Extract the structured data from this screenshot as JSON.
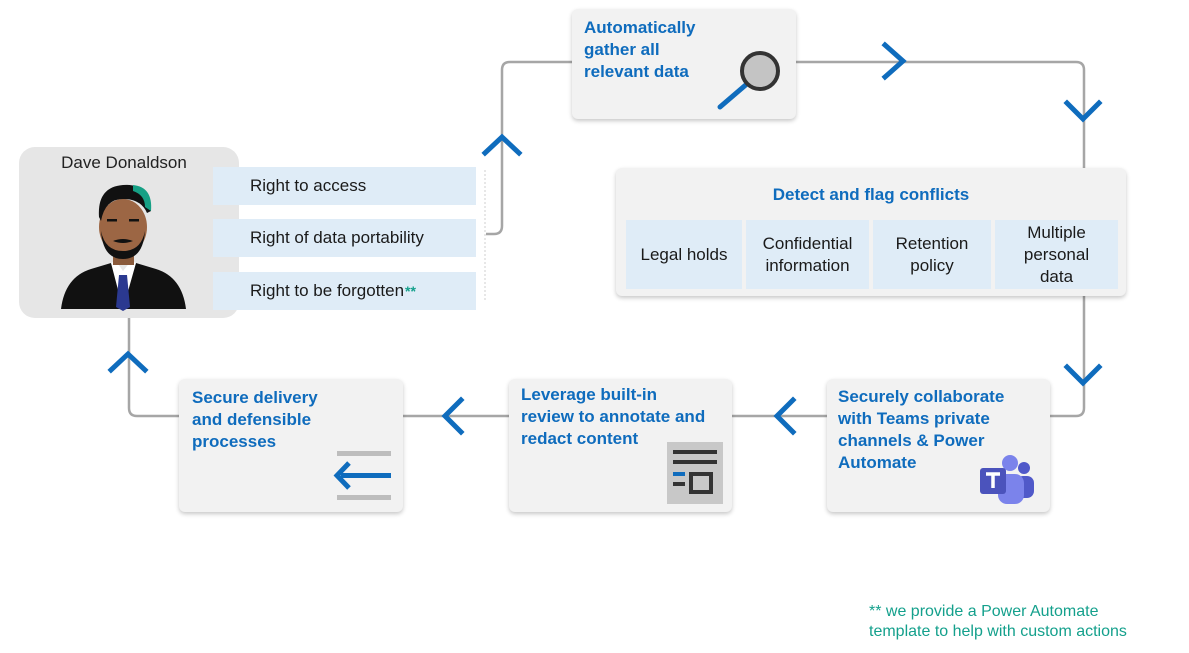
{
  "person": {
    "name": "Dave Donaldson",
    "avatar_icon": "person-avatar-icon"
  },
  "rights": [
    {
      "label": "Right to access",
      "mark": ""
    },
    {
      "label": "Right of data portability",
      "mark": ""
    },
    {
      "label": "Right to be forgotten",
      "mark": "**"
    }
  ],
  "steps": {
    "gather": {
      "title": "Automatically\ngather all\nrelevant data",
      "icon": "magnifier-icon"
    },
    "detect": {
      "title": "Detect and flag conflicts",
      "conflicts": [
        "Legal holds",
        "Confidential\ninformation",
        "Retention\npolicy",
        "Multiple\npersonal\ndata"
      ]
    },
    "collaborate": {
      "title": "Securely collaborate\nwith Teams private\nchannels & Power\nAutomate",
      "icon": "teams-icon"
    },
    "review": {
      "title": "Leverage built-in\nreview to annotate and\nredact content",
      "icon": "document-redact-icon"
    },
    "deliver": {
      "title": "Secure delivery\nand defensible\nprocesses",
      "icon": "delivery-arrow-icon"
    }
  },
  "footnote": "** we provide a Power Automate\ntemplate to help with custom actions",
  "colors": {
    "accent": "#0f6cbd",
    "connector": "#a6a6a6",
    "card_bg": "#f2f2f2",
    "cell_bg": "#dfecf7",
    "footnote": "#14a08c"
  }
}
